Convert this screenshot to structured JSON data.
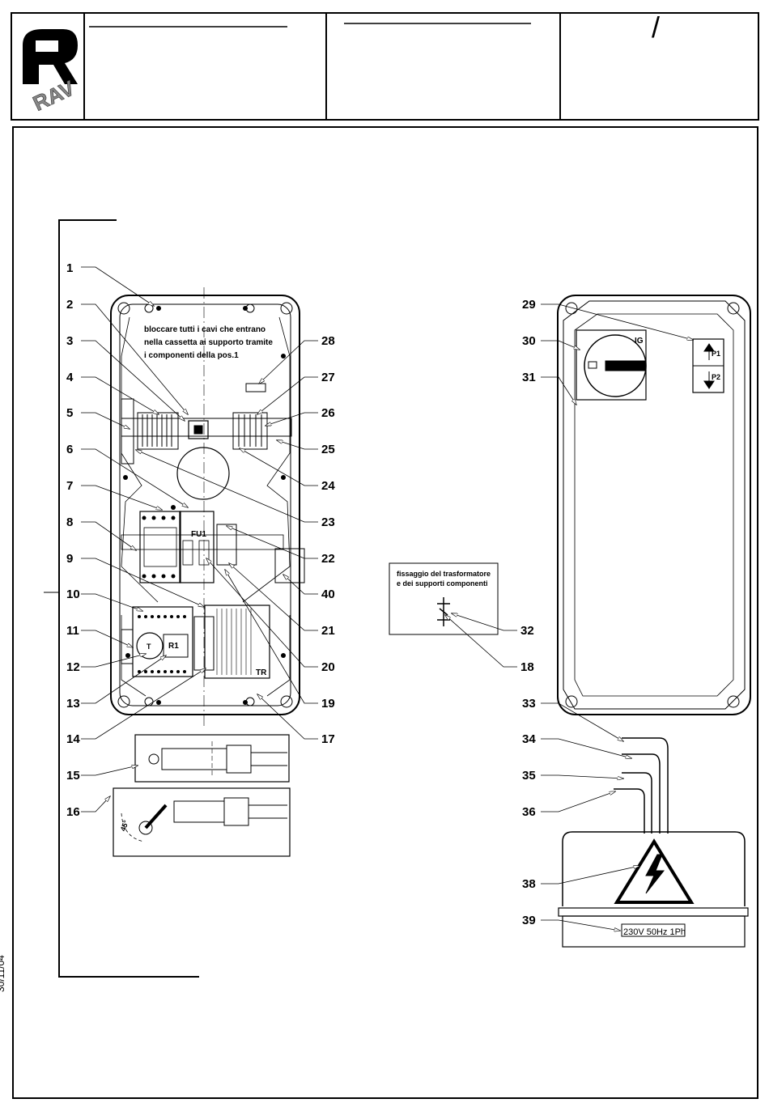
{
  "header": {
    "logo_text": "RAV",
    "slash": "/"
  },
  "date_stamp": "30/11/04",
  "notes": {
    "block_cables": [
      "bloccare tutti i cavi che entrano",
      "nella cassetta ai supporto tramite",
      "i componenti della pos.1"
    ],
    "transformer_fix": [
      "fissaggio del trasformatore",
      "e dei supporti componenti"
    ]
  },
  "component_labels": {
    "fu1": "FU1",
    "r1": "R1",
    "t": "T",
    "tr": "TR",
    "ig": "IG",
    "p1": "P1",
    "p2": "P2",
    "angle": "45°",
    "voltage": "230V 50Hz 1Ph"
  },
  "callouts_left": [
    "1",
    "2",
    "3",
    "4",
    "5",
    "6",
    "7",
    "8",
    "9",
    "10",
    "11",
    "12",
    "13",
    "14",
    "15",
    "16"
  ],
  "callouts_center": [
    "28",
    "27",
    "26",
    "25",
    "24",
    "23",
    "22",
    "40",
    "21",
    "20",
    "19",
    "17"
  ],
  "callouts_detail": [
    "32",
    "18"
  ],
  "callouts_right": [
    "29",
    "30",
    "31",
    "33",
    "34",
    "35",
    "36",
    "38",
    "39"
  ]
}
